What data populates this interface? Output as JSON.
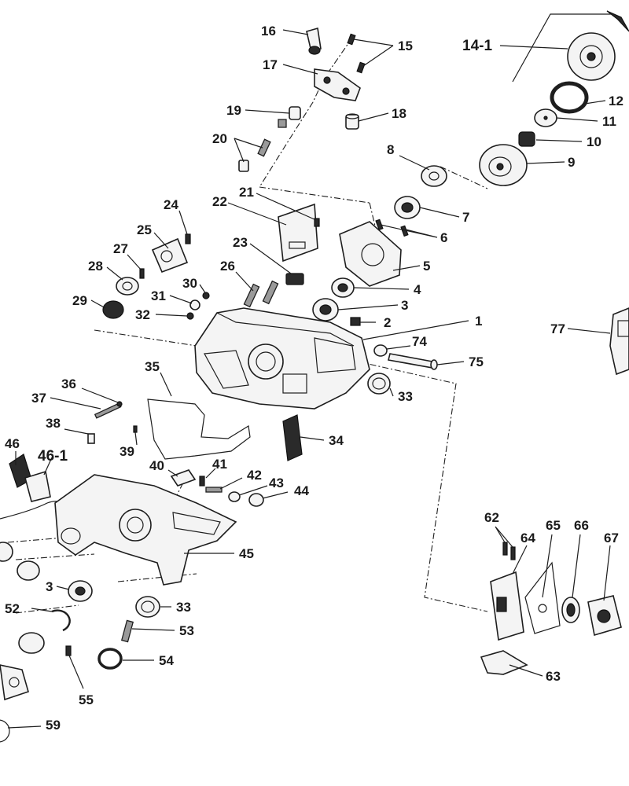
{
  "labels": [
    {
      "id": "16",
      "text": "16"
    },
    {
      "id": "15",
      "text": "15"
    },
    {
      "id": "14-1",
      "text": "14-1"
    },
    {
      "id": "17",
      "text": "17"
    },
    {
      "id": "12",
      "text": "12"
    },
    {
      "id": "19",
      "text": "19"
    },
    {
      "id": "18",
      "text": "18"
    },
    {
      "id": "11",
      "text": "11"
    },
    {
      "id": "10",
      "text": "10"
    },
    {
      "id": "20",
      "text": "20"
    },
    {
      "id": "8",
      "text": "8"
    },
    {
      "id": "9",
      "text": "9"
    },
    {
      "id": "21",
      "text": "21"
    },
    {
      "id": "22",
      "text": "22"
    },
    {
      "id": "7",
      "text": "7"
    },
    {
      "id": "24",
      "text": "24"
    },
    {
      "id": "6",
      "text": "6"
    },
    {
      "id": "25",
      "text": "25"
    },
    {
      "id": "23",
      "text": "23"
    },
    {
      "id": "27",
      "text": "27"
    },
    {
      "id": "5",
      "text": "5"
    },
    {
      "id": "28",
      "text": "28"
    },
    {
      "id": "26",
      "text": "26"
    },
    {
      "id": "30",
      "text": "30"
    },
    {
      "id": "4",
      "text": "4"
    },
    {
      "id": "31",
      "text": "31"
    },
    {
      "id": "29",
      "text": "29"
    },
    {
      "id": "3a",
      "text": "3"
    },
    {
      "id": "32",
      "text": "32"
    },
    {
      "id": "2",
      "text": "2"
    },
    {
      "id": "1",
      "text": "1"
    },
    {
      "id": "77",
      "text": "77"
    },
    {
      "id": "74",
      "text": "74"
    },
    {
      "id": "75",
      "text": "75"
    },
    {
      "id": "35",
      "text": "35"
    },
    {
      "id": "36",
      "text": "36"
    },
    {
      "id": "33a",
      "text": "33"
    },
    {
      "id": "37",
      "text": "37"
    },
    {
      "id": "38",
      "text": "38"
    },
    {
      "id": "34",
      "text": "34"
    },
    {
      "id": "46",
      "text": "46"
    },
    {
      "id": "46-1",
      "text": "46-1"
    },
    {
      "id": "39",
      "text": "39"
    },
    {
      "id": "40",
      "text": "40"
    },
    {
      "id": "41",
      "text": "41"
    },
    {
      "id": "42",
      "text": "42"
    },
    {
      "id": "43",
      "text": "43"
    },
    {
      "id": "44",
      "text": "44"
    },
    {
      "id": "62",
      "text": "62"
    },
    {
      "id": "65",
      "text": "65"
    },
    {
      "id": "66",
      "text": "66"
    },
    {
      "id": "64",
      "text": "64"
    },
    {
      "id": "67",
      "text": "67"
    },
    {
      "id": "45",
      "text": "45"
    },
    {
      "id": "3b",
      "text": "3"
    },
    {
      "id": "33b",
      "text": "33"
    },
    {
      "id": "52",
      "text": "52"
    },
    {
      "id": "53",
      "text": "53"
    },
    {
      "id": "54",
      "text": "54"
    },
    {
      "id": "63",
      "text": "63"
    },
    {
      "id": "55",
      "text": "55"
    },
    {
      "id": "59",
      "text": "59"
    }
  ]
}
